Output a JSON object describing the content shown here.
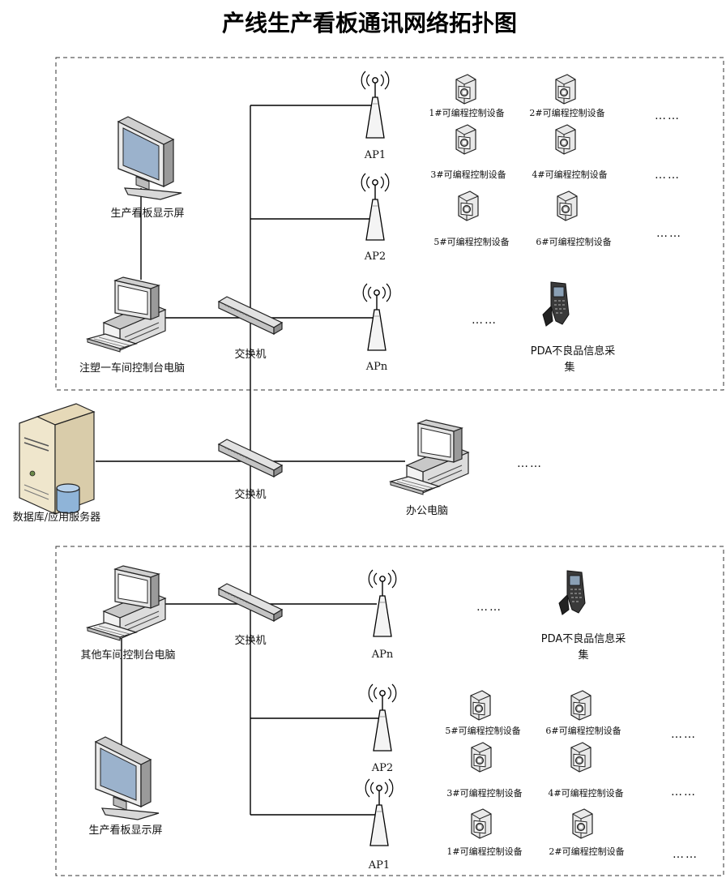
{
  "title": "产线生产看板通讯网络拓扑图",
  "top_zone": {
    "aps": [
      "AP1",
      "AP2",
      "APn"
    ],
    "devices": [
      [
        "1#可编程控制设备",
        "2#可编程控制设备"
      ],
      [
        "3#可编程控制设备",
        "4#可编程控制设备"
      ],
      [
        "5#可编程控制设备",
        "6#可编程控制设备"
      ]
    ],
    "monitor_label": "生产看板显示屏",
    "pc_label": "注塑一车间控制台电脑",
    "switch_label": "交换机",
    "pda_label_1": "PDA不良品信息采",
    "pda_label_2": "集",
    "ellipsis": "……"
  },
  "middle": {
    "server_label": "数据库/应用服务器",
    "switch_label": "交换机",
    "office_label": "办公电脑",
    "ellipsis": "……"
  },
  "bottom_zone": {
    "aps": [
      "APn",
      "AP2",
      "AP1"
    ],
    "devices": [
      [
        "5#可编程控制设备",
        "6#可编程控制设备"
      ],
      [
        "3#可编程控制设备",
        "4#可编程控制设备"
      ],
      [
        "1#可编程控制设备",
        "2#可编程控制设备"
      ]
    ],
    "pc_label": "其他车间控制台电脑",
    "monitor_label": "生产看板显示屏",
    "switch_label": "交换机",
    "pda_label_1": "PDA不良品信息采",
    "pda_label_2": "集",
    "ellipsis": "……"
  }
}
